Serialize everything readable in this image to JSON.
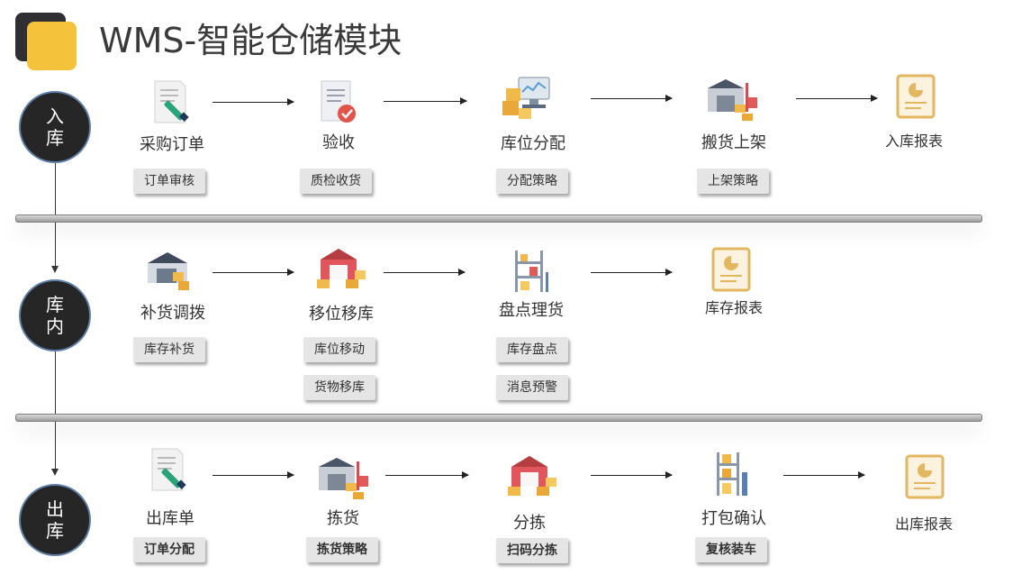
{
  "title": "WMS-智能仓储模块",
  "stages": {
    "inbound": "入库",
    "inside": "库内",
    "outbound": "出库"
  },
  "inbound": {
    "purchase_order": "采购订单",
    "purchase_order_tag": "订单审核",
    "inspection": "验收",
    "inspection_tag": "质检收货",
    "location_assign": "库位分配",
    "location_assign_tag": "分配策略",
    "shelving": "搬货上架",
    "shelving_tag": "上架策略",
    "report": "入库报表"
  },
  "inside": {
    "replenish": "补货调拨",
    "replenish_tag": "库存补货",
    "move": "移位移库",
    "move_tags": [
      "库位移动",
      "货物移库"
    ],
    "count": "盘点理货",
    "count_tags": [
      "库存盘点",
      "消息预警"
    ],
    "report": "库存报表"
  },
  "outbound": {
    "order": "出库单",
    "order_tag": "订单分配",
    "picking": "拣货",
    "picking_tag": "拣货策略",
    "sorting": "分拣",
    "sorting_tag": "扫码分拣",
    "packing": "打包确认",
    "packing_tag": "复核装车",
    "report": "出库报表"
  },
  "colors": {
    "accent": "#f5c23c",
    "dark": "#262626",
    "circle_border": "#5d7fa8"
  }
}
